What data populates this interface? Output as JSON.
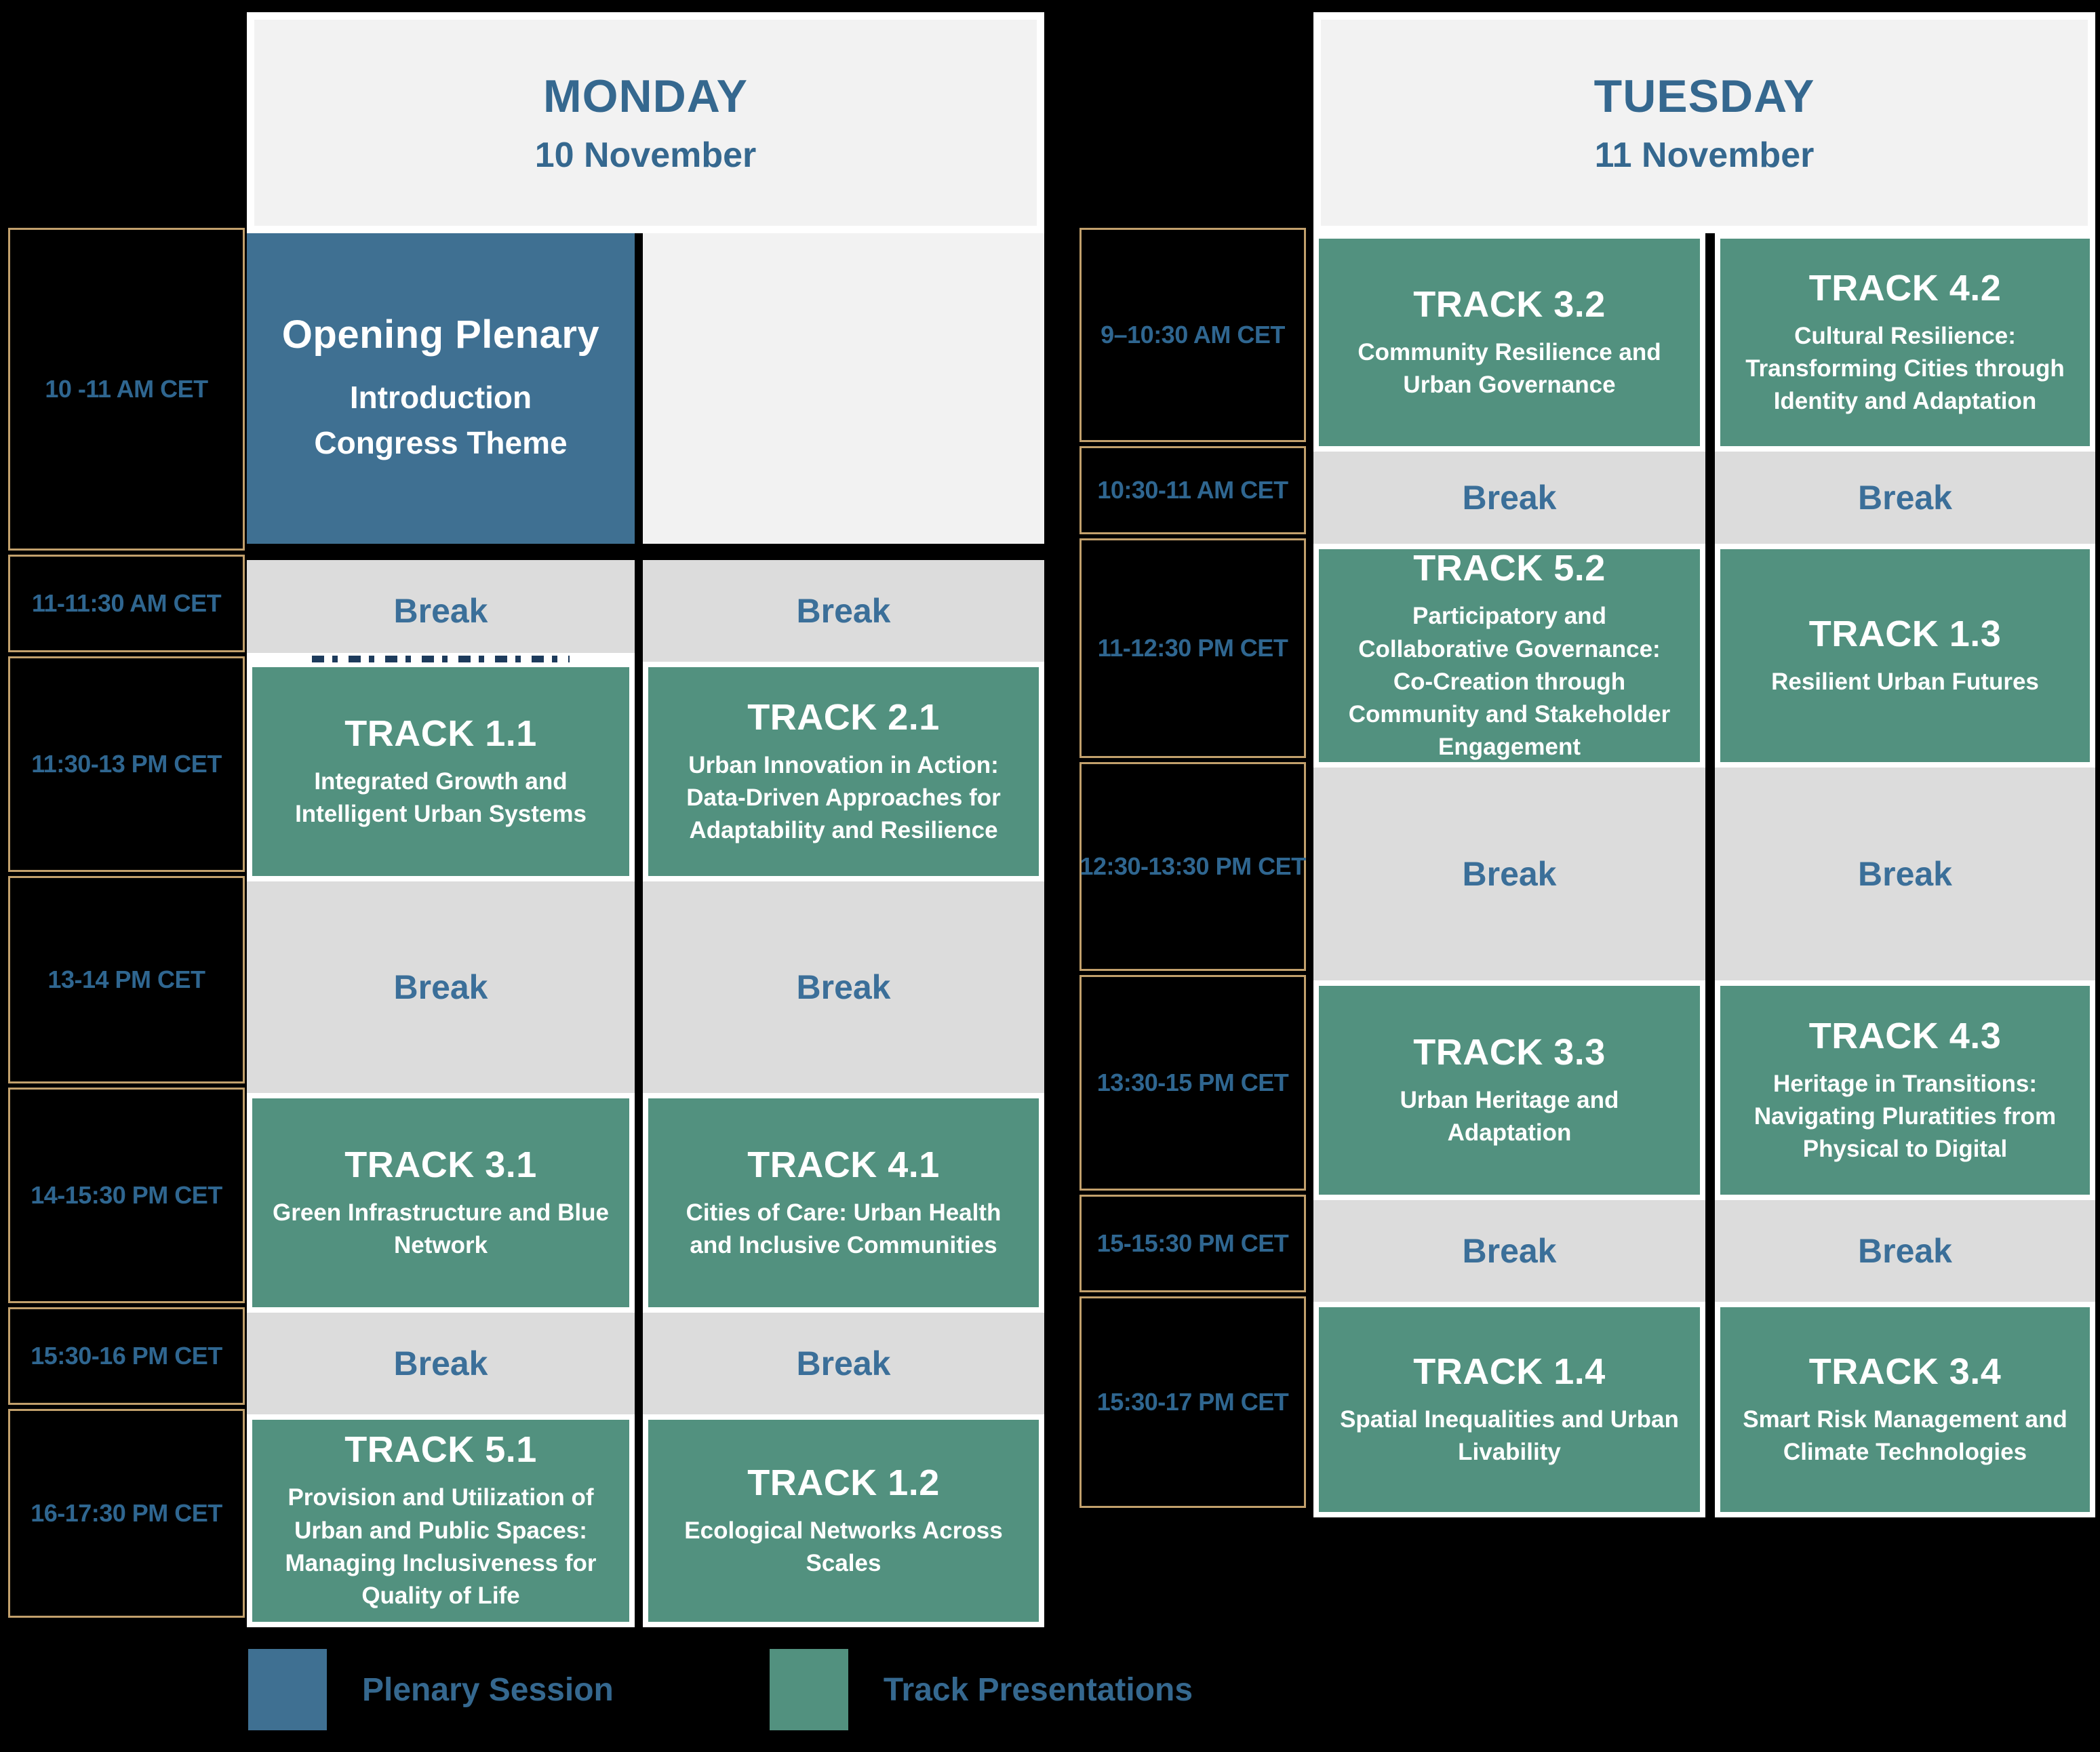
{
  "colors": {
    "page-bg": "#000000",
    "panel-bg": "#f2f2f2",
    "plenary-blue": "#3f7092",
    "track-green": "#52917f",
    "break-gray": "#dcdcdc",
    "gold-border": "#c2a06c",
    "heading-blue": "#35688f",
    "time-blue": "#2f6690",
    "break-blue": "#3b6f99"
  },
  "days": [
    {
      "title": "MONDAY",
      "date": "10 November",
      "rows": [
        {
          "time": "10 -11 AM CET",
          "cells": [
            {
              "type": "plenary",
              "title": "Opening Plenary",
              "subtitle": "Introduction\nCongress Theme"
            },
            {
              "type": "empty"
            }
          ]
        },
        {
          "time": "11-11:30 AM CET",
          "cells": [
            {
              "type": "break",
              "label": "Break"
            },
            {
              "type": "break",
              "label": "Break"
            }
          ]
        },
        {
          "time": "11:30-13 PM CET",
          "cells": [
            {
              "type": "track",
              "title": "TRACK 1.1",
              "subtitle": "Integrated Growth and Intelligent Urban Systems"
            },
            {
              "type": "track",
              "title": "TRACK 2.1",
              "subtitle": "Urban Innovation in Action: Data-Driven Approaches for Adaptability and Resilience"
            }
          ]
        },
        {
          "time": "13-14 PM CET",
          "cells": [
            {
              "type": "break",
              "label": "Break"
            },
            {
              "type": "break",
              "label": "Break"
            }
          ]
        },
        {
          "time": "14-15:30 PM CET",
          "cells": [
            {
              "type": "track",
              "title": "TRACK 3.1",
              "subtitle": "Green Infrastructure and Blue Network"
            },
            {
              "type": "track",
              "title": "TRACK 4.1",
              "subtitle": "Cities of Care: Urban Health and Inclusive Communities"
            }
          ]
        },
        {
          "time": "15:30-16 PM CET",
          "cells": [
            {
              "type": "break",
              "label": "Break"
            },
            {
              "type": "break",
              "label": "Break"
            }
          ]
        },
        {
          "time": "16-17:30 PM CET",
          "cells": [
            {
              "type": "track",
              "title": "TRACK 5.1",
              "subtitle": "Provision and Utilization of Urban and Public Spaces: Managing Inclusiveness for Quality of Life"
            },
            {
              "type": "track",
              "title": "TRACK 1.2",
              "subtitle": "Ecological Networks Across Scales"
            }
          ]
        }
      ]
    },
    {
      "title": "TUESDAY",
      "date": "11 November",
      "rows": [
        {
          "time": "9–10:30 AM CET",
          "cells": [
            {
              "type": "track",
              "title": "TRACK 3.2",
              "subtitle": "Community Resilience and Urban Governance"
            },
            {
              "type": "track",
              "title": "TRACK 4.2",
              "subtitle": "Cultural Resilience: Transforming Cities through Identity and Adaptation"
            }
          ]
        },
        {
          "time": "10:30-11 AM CET",
          "cells": [
            {
              "type": "break",
              "label": "Break"
            },
            {
              "type": "break",
              "label": "Break"
            }
          ]
        },
        {
          "time": "11-12:30 PM CET",
          "cells": [
            {
              "type": "track",
              "title": "TRACK 5.2",
              "subtitle": "Participatory and Collaborative Governance: Co-Creation through Community and Stakeholder Engagement"
            },
            {
              "type": "track",
              "title": "TRACK 1.3",
              "subtitle": "Resilient Urban Futures"
            }
          ]
        },
        {
          "time": "12:30-13:30 PM CET",
          "cells": [
            {
              "type": "break",
              "label": "Break"
            },
            {
              "type": "break",
              "label": "Break"
            }
          ]
        },
        {
          "time": "13:30-15 PM CET",
          "cells": [
            {
              "type": "track",
              "title": "TRACK 3.3",
              "subtitle": "Urban Heritage and Adaptation"
            },
            {
              "type": "track",
              "title": "TRACK 4.3",
              "subtitle": "Heritage in Transitions: Navigating Pluratities from Physical to Digital"
            }
          ]
        },
        {
          "time": "15-15:30 PM CET",
          "cells": [
            {
              "type": "break",
              "label": "Break"
            },
            {
              "type": "break",
              "label": "Break"
            }
          ]
        },
        {
          "time": "15:30-17 PM CET",
          "cells": [
            {
              "type": "track",
              "title": "TRACK 1.4",
              "subtitle": "Spatial Inequalities and Urban Livability"
            },
            {
              "type": "track",
              "title": "TRACK 3.4",
              "subtitle": "Smart Risk Management and Climate Technologies"
            }
          ]
        }
      ]
    }
  ],
  "legend": {
    "items": [
      {
        "id": "plenary",
        "label": "Plenary Session"
      },
      {
        "id": "track",
        "label": "Track Presentations"
      }
    ]
  }
}
